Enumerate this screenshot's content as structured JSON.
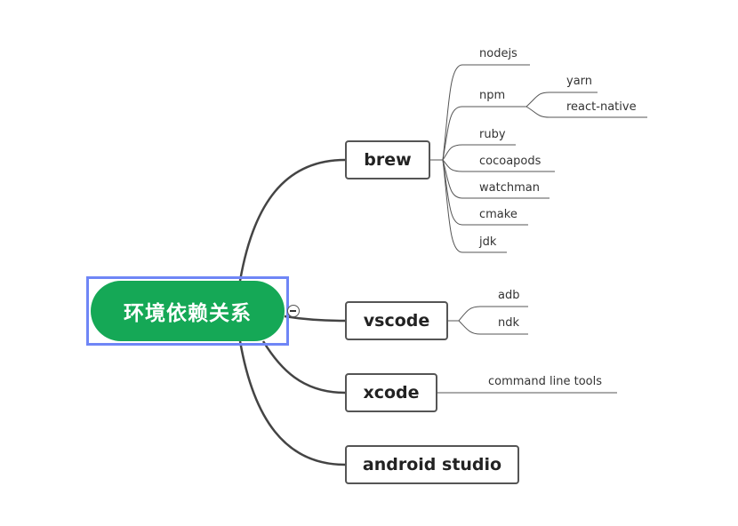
{
  "root": {
    "label": "环境依赖关系"
  },
  "branches": {
    "brew": {
      "label": "brew",
      "children": [
        "nodejs",
        "npm",
        "ruby",
        "cocoapods",
        "watchman",
        "cmake",
        "jdk"
      ]
    },
    "npm": {
      "children": [
        "yarn",
        "react-native"
      ]
    },
    "vscode": {
      "label": "vscode",
      "children": [
        "adb",
        "ndk"
      ]
    },
    "xcode": {
      "label": "xcode",
      "children": [
        "command line tools"
      ]
    },
    "android": {
      "label": "android studio"
    }
  },
  "colors": {
    "root_fill": "#15a856",
    "selection": "#6f86f6",
    "line": "#444444"
  }
}
